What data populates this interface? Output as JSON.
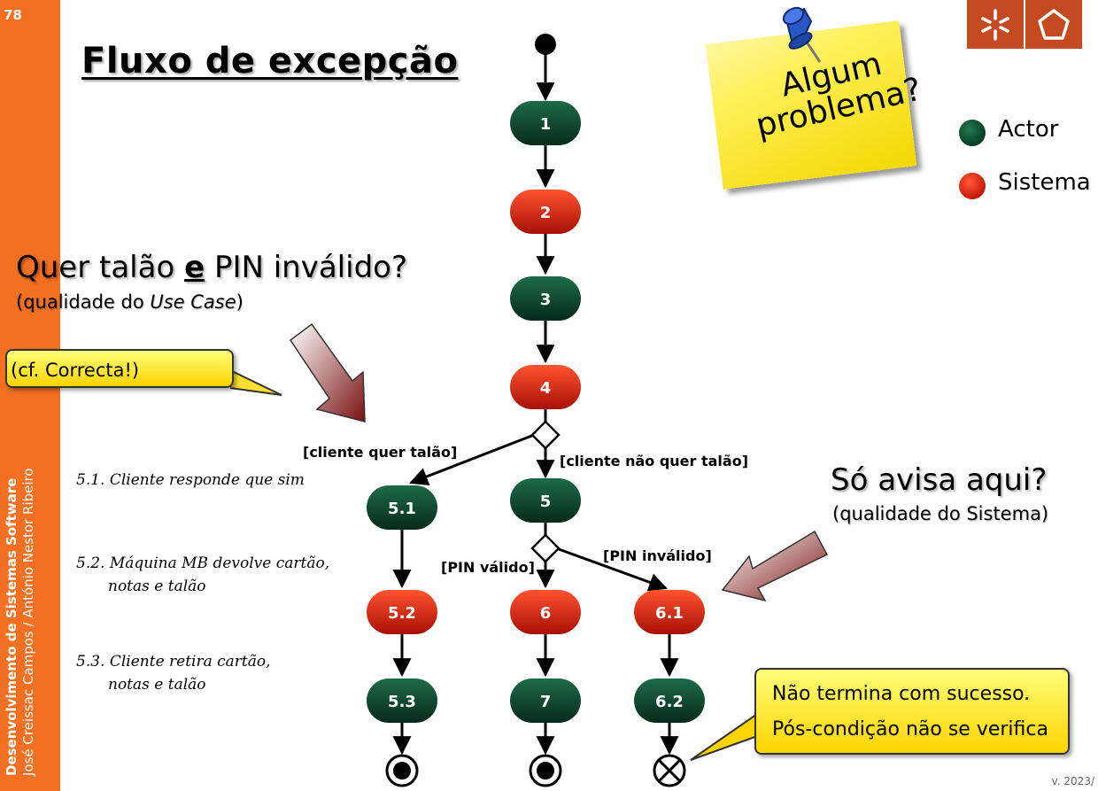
{
  "slide": {
    "page_number": "78",
    "title": "Fluxo de excepção",
    "sidebar_course": "Desenvolvimento de Sistemas Software",
    "sidebar_authors": "José Creissac Campos / António Nestor Ribeiro",
    "version": "v. 2023/"
  },
  "sticky_note": {
    "line1": "Algum",
    "line2": "problema?"
  },
  "legend": {
    "actor": {
      "label": "Actor",
      "color": "#0a3d27"
    },
    "sistema": {
      "label": "Sistema",
      "color": "#e01a0a"
    }
  },
  "left_question": {
    "prefix": "Quer talão ",
    "emphasis": "e",
    "suffix": " PIN inválido?",
    "sub_prefix": "(qualidade do ",
    "sub_italic": "Use Case",
    "sub_suffix": ")"
  },
  "callout_correcta": "(cf. Correcta!)",
  "right_question": {
    "title": "Só avisa aqui?",
    "sub": "(qualidade do Sistema)"
  },
  "callout_final": {
    "line1": "Não termina com sucesso.",
    "line2": "Pós-condição não se verifica"
  },
  "step_notes": {
    "s51": "5.1. Cliente responde que sim",
    "s52_a": "5.2. Máquina MB devolve cartão,",
    "s52_b": "notas e talão",
    "s53_a": "5.3. Cliente retira cartão,",
    "s53_b": "notas e talão"
  },
  "diagram": {
    "nodes": [
      {
        "label": "1",
        "kind": "actor"
      },
      {
        "label": "2",
        "kind": "sistema"
      },
      {
        "label": "3",
        "kind": "actor"
      },
      {
        "label": "4",
        "kind": "sistema"
      },
      {
        "label": "5.1",
        "kind": "actor"
      },
      {
        "label": "5",
        "kind": "actor"
      },
      {
        "label": "5.2",
        "kind": "sistema"
      },
      {
        "label": "6",
        "kind": "sistema"
      },
      {
        "label": "6.1",
        "kind": "sistema"
      },
      {
        "label": "5.3",
        "kind": "actor"
      },
      {
        "label": "7",
        "kind": "actor"
      },
      {
        "label": "6.2",
        "kind": "actor"
      }
    ],
    "guards": {
      "quer_talao": "[cliente quer talão]",
      "nao_quer_talao": "[cliente não quer talão]",
      "pin_valido": "[PIN válido]",
      "pin_invalido": "[PIN inválido]"
    }
  }
}
